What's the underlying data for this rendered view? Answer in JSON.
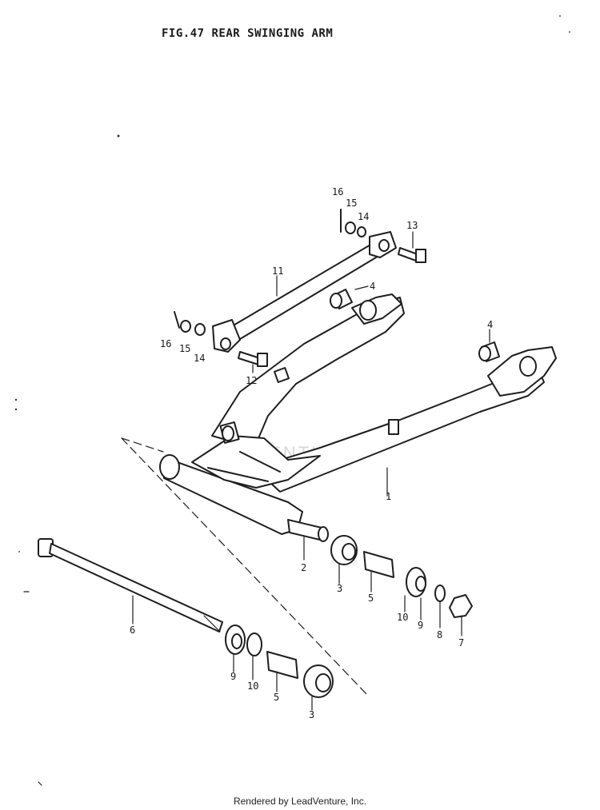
{
  "figure": {
    "title": "FIG.47  REAR SWINGING ARM"
  },
  "footer": {
    "text": "Rendered by LeadVenture, Inc."
  },
  "watermark": {
    "text": "ADVENTURE"
  },
  "callouts": [
    {
      "id": "c1",
      "text": "1"
    },
    {
      "id": "c2",
      "text": "2"
    },
    {
      "id": "c3a",
      "text": "3"
    },
    {
      "id": "c3b",
      "text": "3"
    },
    {
      "id": "c4a",
      "text": "4"
    },
    {
      "id": "c4b",
      "text": "4"
    },
    {
      "id": "c5a",
      "text": "5"
    },
    {
      "id": "c5b",
      "text": "5"
    },
    {
      "id": "c6",
      "text": "6"
    },
    {
      "id": "c7",
      "text": "7"
    },
    {
      "id": "c8",
      "text": "8"
    },
    {
      "id": "c9a",
      "text": "9"
    },
    {
      "id": "c9b",
      "text": "9"
    },
    {
      "id": "c10a",
      "text": "10"
    },
    {
      "id": "c10b",
      "text": "10"
    },
    {
      "id": "c11",
      "text": "11"
    },
    {
      "id": "c12",
      "text": "12"
    },
    {
      "id": "c13",
      "text": "13"
    },
    {
      "id": "c14a",
      "text": "14"
    },
    {
      "id": "c14b",
      "text": "14"
    },
    {
      "id": "c15a",
      "text": "15"
    },
    {
      "id": "c15b",
      "text": "15"
    },
    {
      "id": "c16a",
      "text": "16"
    },
    {
      "id": "c16b",
      "text": "16"
    }
  ]
}
